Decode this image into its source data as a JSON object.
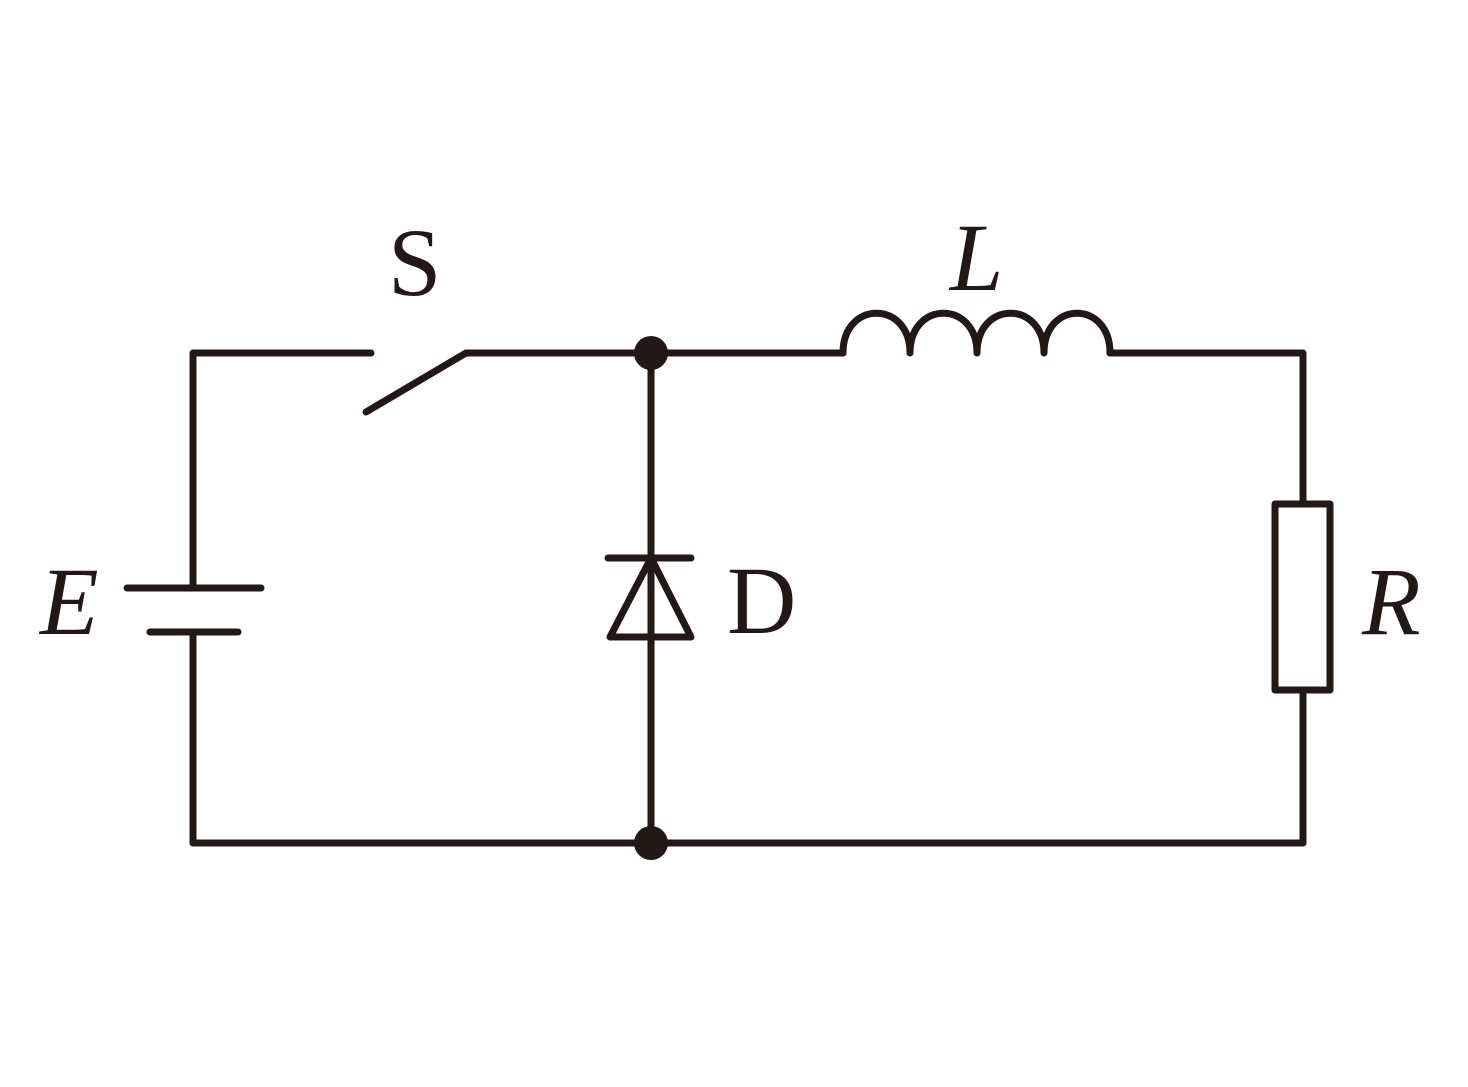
{
  "colors": {
    "line": "#231815",
    "background": "#ffffff"
  },
  "labels": {
    "battery": "E",
    "switch": "S",
    "diode": "D",
    "inductor": "L",
    "resistor": "R"
  }
}
